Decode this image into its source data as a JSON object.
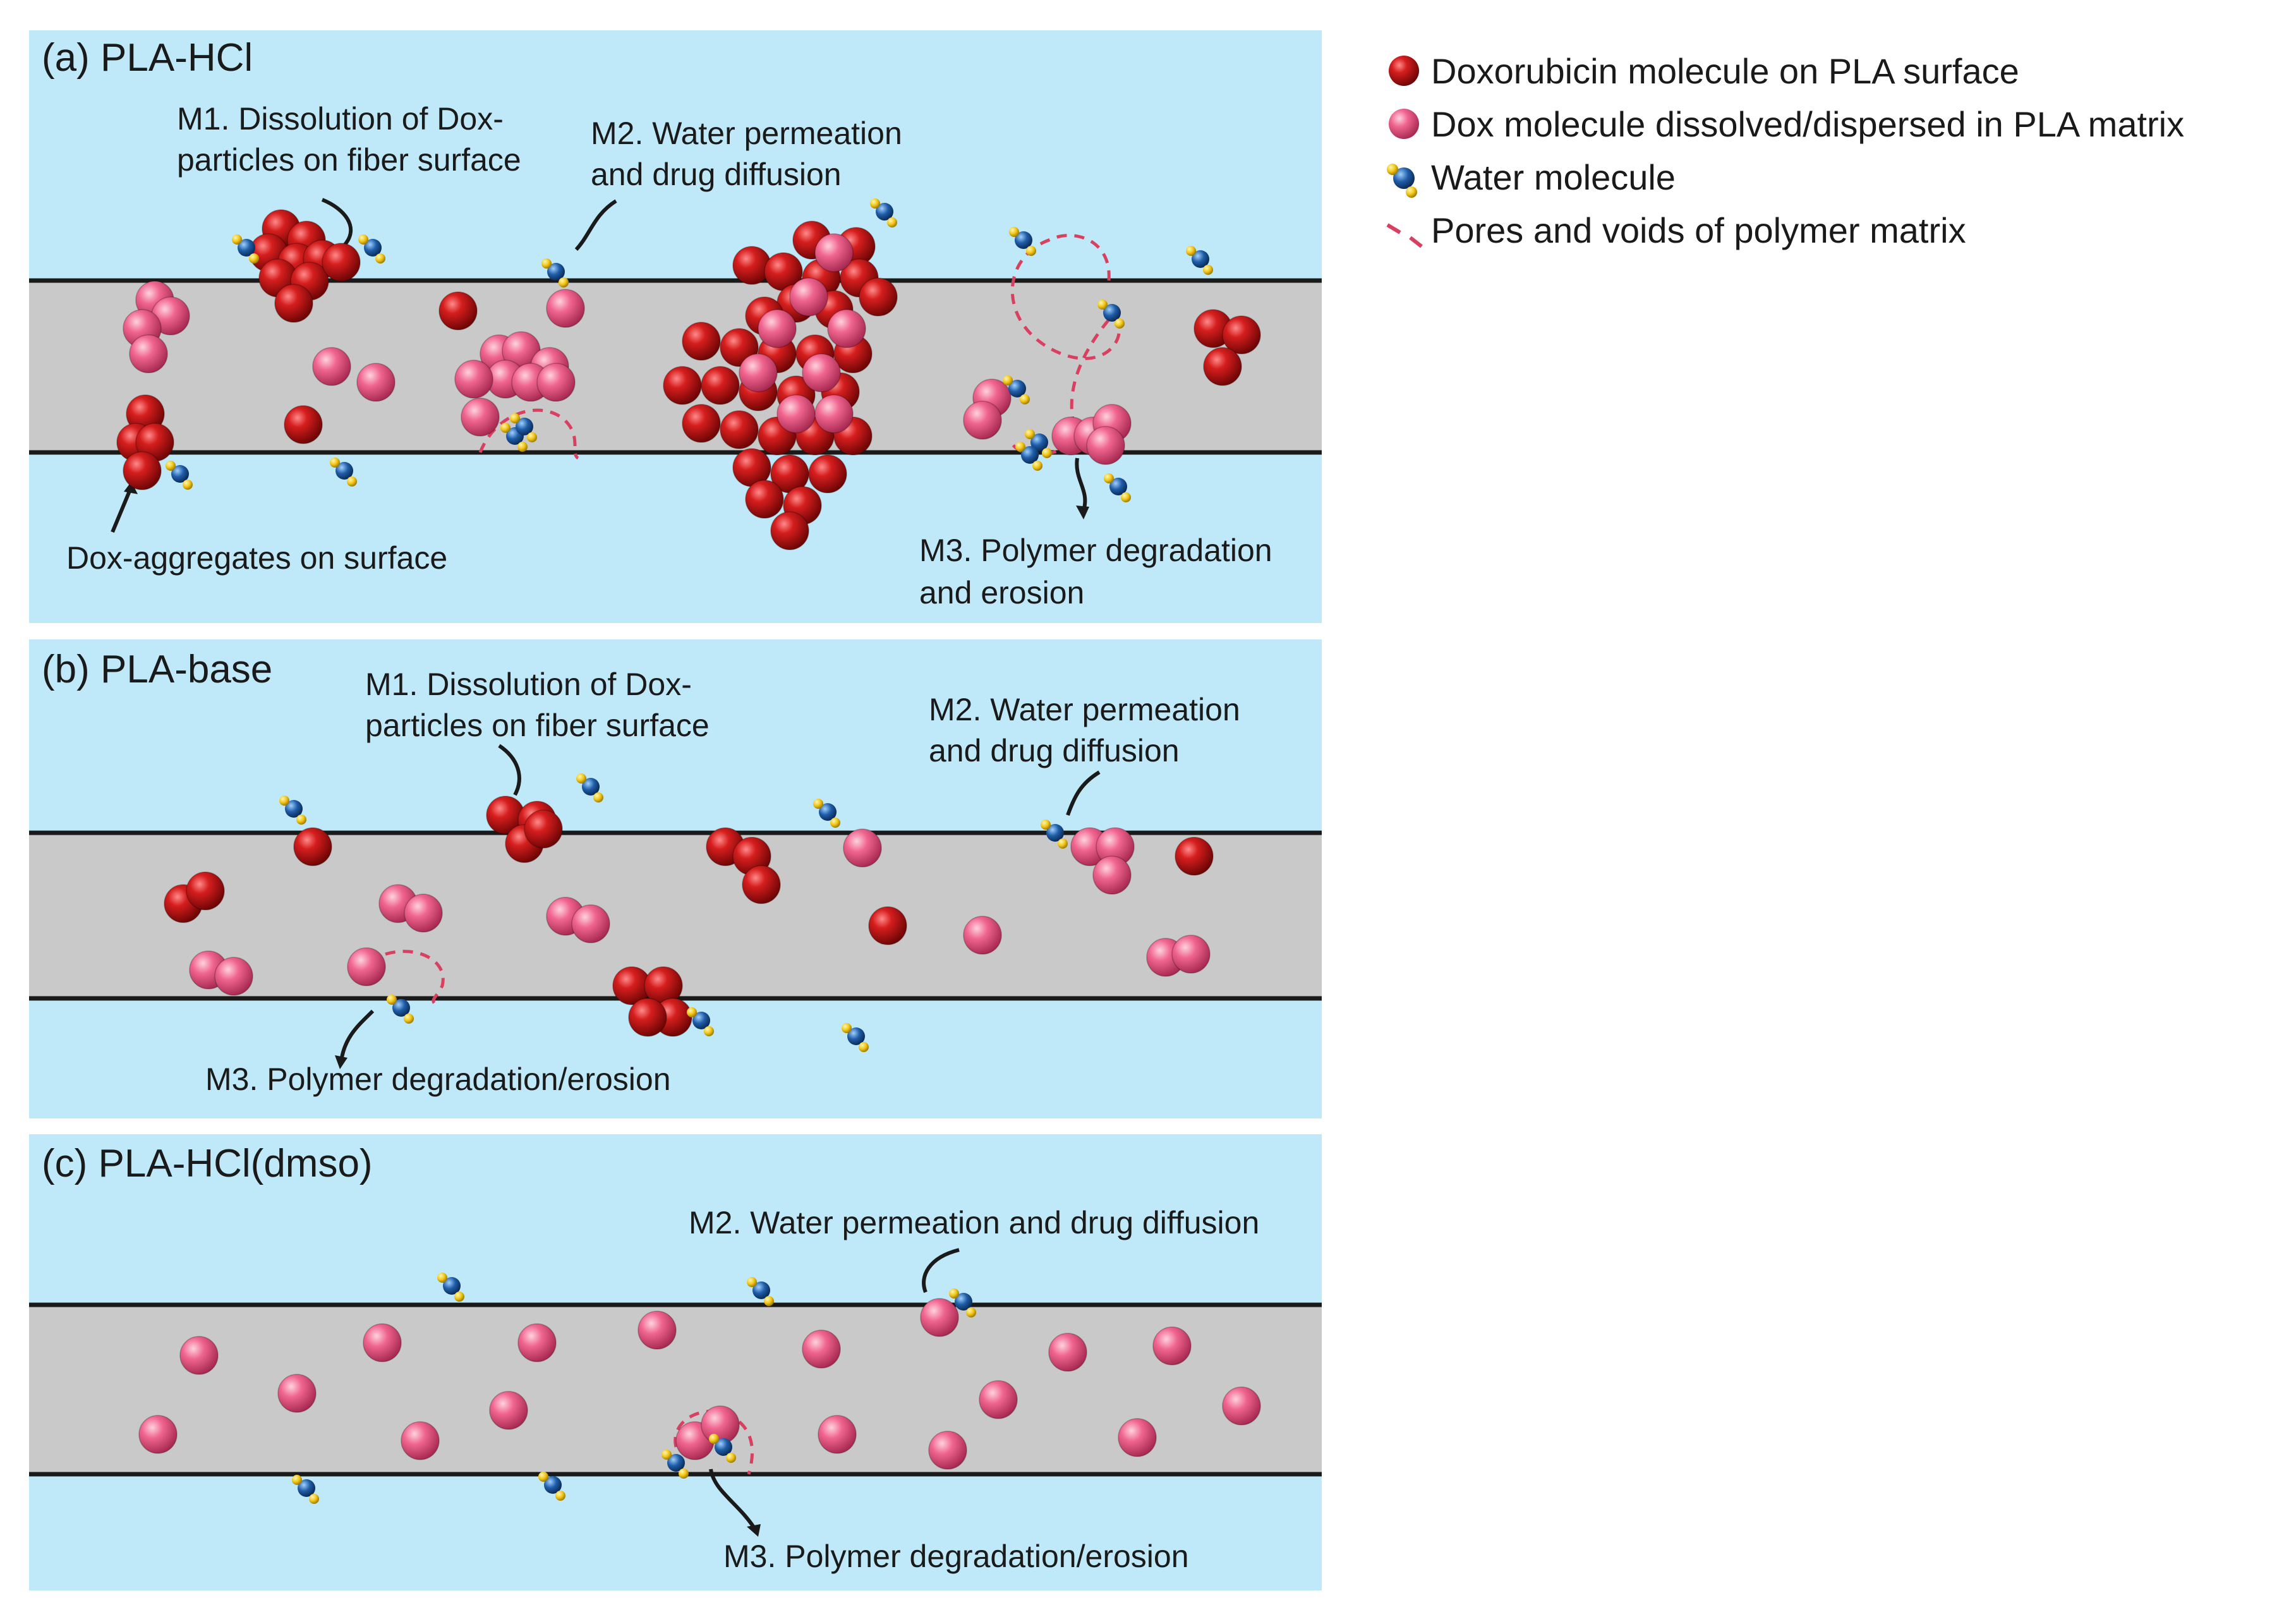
{
  "colors": {
    "water_bg": "#bfe9f8",
    "fiber": "#c9c9c9",
    "fiber_edge": "#1a1a1a",
    "dox_surface": "#c81414",
    "dox_matrix": "#ee5a86",
    "pore": "#d94060",
    "water_o": "#1f5da8",
    "water_h": "#f2c516"
  },
  "legend": [
    {
      "kind": "dox-surface",
      "label": "Doxorubicin molecule on PLA surface"
    },
    {
      "kind": "dox-matrix",
      "label": "Dox molecule dissolved/dispersed in PLA matrix"
    },
    {
      "kind": "water",
      "label": "Water molecule"
    },
    {
      "kind": "pore",
      "label": "Pores and voids of polymer matrix"
    }
  ],
  "panels": [
    {
      "id": "a",
      "title": "(a) PLA-HCl",
      "labels": {
        "m1": [
          "M1. Dissolution of Dox-",
          "particles on fiber surface"
        ],
        "m2": [
          "M2. Water permeation",
          "and drug diffusion"
        ],
        "aggregates": [
          "Dox-aggregates on surface"
        ],
        "m3": [
          "M3. Polymer degradation",
          "and erosion"
        ]
      }
    },
    {
      "id": "b",
      "title": "(b) PLA-base",
      "labels": {
        "m1": [
          "M1. Dissolution of Dox-",
          "particles on fiber surface"
        ],
        "m2": [
          "M2. Water permeation",
          "and drug diffusion"
        ],
        "m3": [
          "M3. Polymer degradation/erosion"
        ]
      }
    },
    {
      "id": "c",
      "title": "(c) PLA-HCl(dmso)",
      "labels": {
        "m2": [
          "M2. Water permeation and drug diffusion"
        ],
        "m3": [
          "M3. Polymer degradation/erosion"
        ]
      }
    }
  ]
}
